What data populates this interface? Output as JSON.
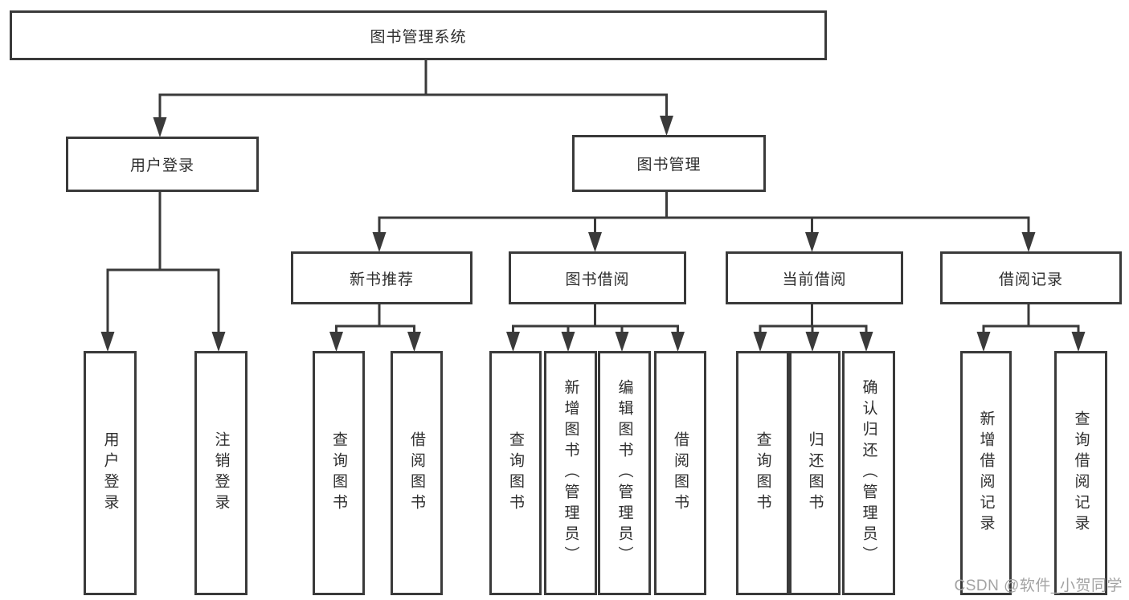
{
  "diagram": {
    "title": "图书管理系统",
    "watermark": "CSDN @软件_小贺同学",
    "colors": {
      "line": "#3a3a3a",
      "text": "#2e2e2e",
      "background": "#ffffff",
      "watermark": "#a3a3a3"
    },
    "nodes": [
      {
        "id": "root",
        "label": "图书管理系统",
        "parent": null,
        "orientation": "horizontal"
      },
      {
        "id": "user-login",
        "label": "用户登录",
        "parent": "root",
        "orientation": "horizontal"
      },
      {
        "id": "book-mgmt",
        "label": "图书管理",
        "parent": "root",
        "orientation": "horizontal"
      },
      {
        "id": "new-book-rec",
        "label": "新书推荐",
        "parent": "book-mgmt",
        "orientation": "horizontal"
      },
      {
        "id": "book-borrow",
        "label": "图书借阅",
        "parent": "book-mgmt",
        "orientation": "horizontal"
      },
      {
        "id": "current-borrow",
        "label": "当前借阅",
        "parent": "book-mgmt",
        "orientation": "horizontal"
      },
      {
        "id": "borrow-records",
        "label": "借阅记录",
        "parent": "book-mgmt",
        "orientation": "horizontal"
      },
      {
        "id": "login",
        "label": "用户登录",
        "parent": "user-login",
        "orientation": "vertical"
      },
      {
        "id": "logout",
        "label": "注销登录",
        "parent": "user-login",
        "orientation": "vertical"
      },
      {
        "id": "rec-query",
        "label": "查询图书",
        "parent": "new-book-rec",
        "orientation": "vertical"
      },
      {
        "id": "rec-borrow",
        "label": "借阅图书",
        "parent": "new-book-rec",
        "orientation": "vertical"
      },
      {
        "id": "bor-query",
        "label": "查询图书",
        "parent": "book-borrow",
        "orientation": "vertical"
      },
      {
        "id": "bor-add",
        "label": "新增图书（管理员）",
        "parent": "book-borrow",
        "orientation": "vertical"
      },
      {
        "id": "bor-edit",
        "label": "编辑图书（管理员）",
        "parent": "book-borrow",
        "orientation": "vertical"
      },
      {
        "id": "bor-borrow",
        "label": "借阅图书",
        "parent": "book-borrow",
        "orientation": "vertical"
      },
      {
        "id": "cur-query",
        "label": "查询图书",
        "parent": "current-borrow",
        "orientation": "vertical"
      },
      {
        "id": "cur-return",
        "label": "归还图书",
        "parent": "current-borrow",
        "orientation": "vertical"
      },
      {
        "id": "cur-confirm",
        "label": "确认归还（管理员）",
        "parent": "current-borrow",
        "orientation": "vertical"
      },
      {
        "id": "rec2-add",
        "label": "新增借阅记录",
        "parent": "borrow-records",
        "orientation": "vertical"
      },
      {
        "id": "rec2-query",
        "label": "查询借阅记录",
        "parent": "borrow-records",
        "orientation": "vertical"
      }
    ]
  }
}
